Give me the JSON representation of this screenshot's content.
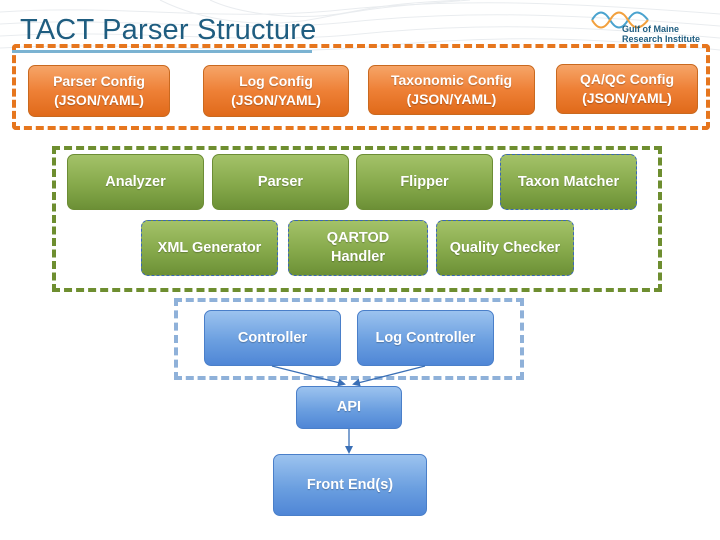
{
  "title": "TACT Parser Structure",
  "logo": {
    "line1": "Gulf of Maine",
    "line2": "Research Institute"
  },
  "config_boxes": [
    {
      "line1": "Parser Config",
      "line2": "(JSON/YAML)"
    },
    {
      "line1": "Log Config",
      "line2": "(JSON/YAML)"
    },
    {
      "line1": "Taxonomic Config",
      "line2": "(JSON/YAML)"
    },
    {
      "line1": "QA/QC Config",
      "line2": "(JSON/YAML)"
    }
  ],
  "core_row1": [
    "Analyzer",
    "Parser",
    "Flipper",
    "Taxon Matcher"
  ],
  "core_row2": [
    {
      "line1": "XML Generator",
      "line2": ""
    },
    {
      "line1": "QARTOD",
      "line2": "Handler"
    },
    {
      "line1": "Quality Checker",
      "line2": ""
    }
  ],
  "controllers": [
    "Controller",
    "Log Controller"
  ],
  "api": "API",
  "frontend": "Front End(s)",
  "colors": {
    "title": "#1f5d80",
    "config_border": "#e6761e",
    "core_border": "#6e8e30",
    "controller_border": "#8fb1d9",
    "orange_box": "#ee8036",
    "green_box": "#86a94b",
    "blue_box": "#6b9fe0",
    "arrow": "#3a6fb6"
  }
}
